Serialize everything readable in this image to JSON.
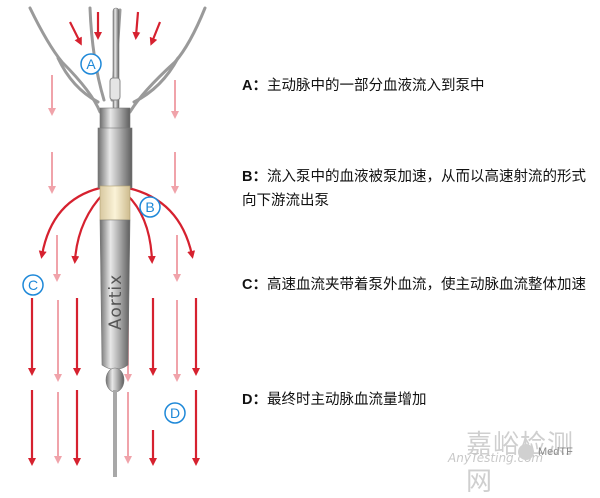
{
  "diagram": {
    "labels": {
      "a": "A",
      "b": "B",
      "c": "C",
      "d": "D"
    },
    "device_brand": "Aortix",
    "colors": {
      "arrow_dark": "#d6212f",
      "arrow_light": "#f0a3aa",
      "label_circle": "#1e88d8",
      "metal": "#9a9a9a"
    }
  },
  "descriptions": [
    {
      "key": "A：",
      "text": "主动脉中的一部分血液流入到泵中"
    },
    {
      "key": "B：",
      "text": "流入泵中的血液被泵加速，从而以高速射流的形式向下游流出泵"
    },
    {
      "key": "C：",
      "text": "高速血流夹带着泵外血流，使主动脉血流整体加速"
    },
    {
      "key": "D：",
      "text": "最终时主动脉血流量增加"
    }
  ],
  "watermark": {
    "chinese": "嘉峪检测网",
    "english": "AnyTesting.com",
    "account": "MedTF"
  }
}
